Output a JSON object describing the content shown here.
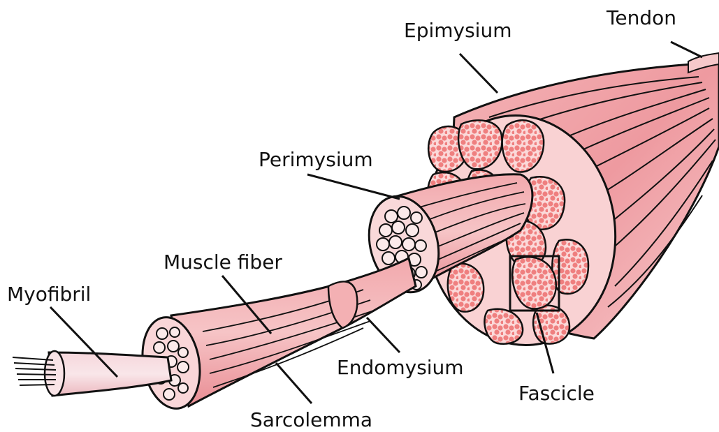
{
  "diagram": {
    "labels": {
      "tendon": "Tendon",
      "epimysium": "Epimysium",
      "perimysium": "Perimysium",
      "muscle_fiber": "Muscle fiber",
      "myofibril": "Myofibril",
      "endomysium": "Endomysium",
      "fascicle": "Fascicle",
      "sarcolemma": "Sarcolemma"
    },
    "colors": {
      "muscle_pink": "#ee9aa0",
      "muscle_light": "#f6c3c5",
      "muscle_dark": "#e07c84",
      "fibril_dots": "#ef7f7f",
      "outline": "#111111",
      "label_text": "#111111"
    }
  }
}
